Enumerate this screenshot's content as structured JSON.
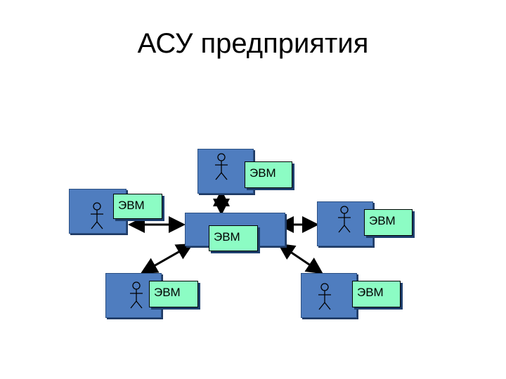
{
  "title": "АСУ предприятия",
  "nodes": {
    "center": {
      "label": "ЭВМ"
    },
    "top": {
      "label": "ЭВМ"
    },
    "left": {
      "label": "ЭВМ"
    },
    "right": {
      "label": "ЭВМ"
    },
    "bottom_left": {
      "label": "ЭВМ"
    },
    "bottom_right": {
      "label": "ЭВМ"
    }
  },
  "colors": {
    "workstation_fill": "#4f7dbf",
    "computer_fill": "#8cfcc4",
    "link_color": "#000000"
  },
  "icons": [
    "person-icon",
    "double-arrow-icon"
  ]
}
